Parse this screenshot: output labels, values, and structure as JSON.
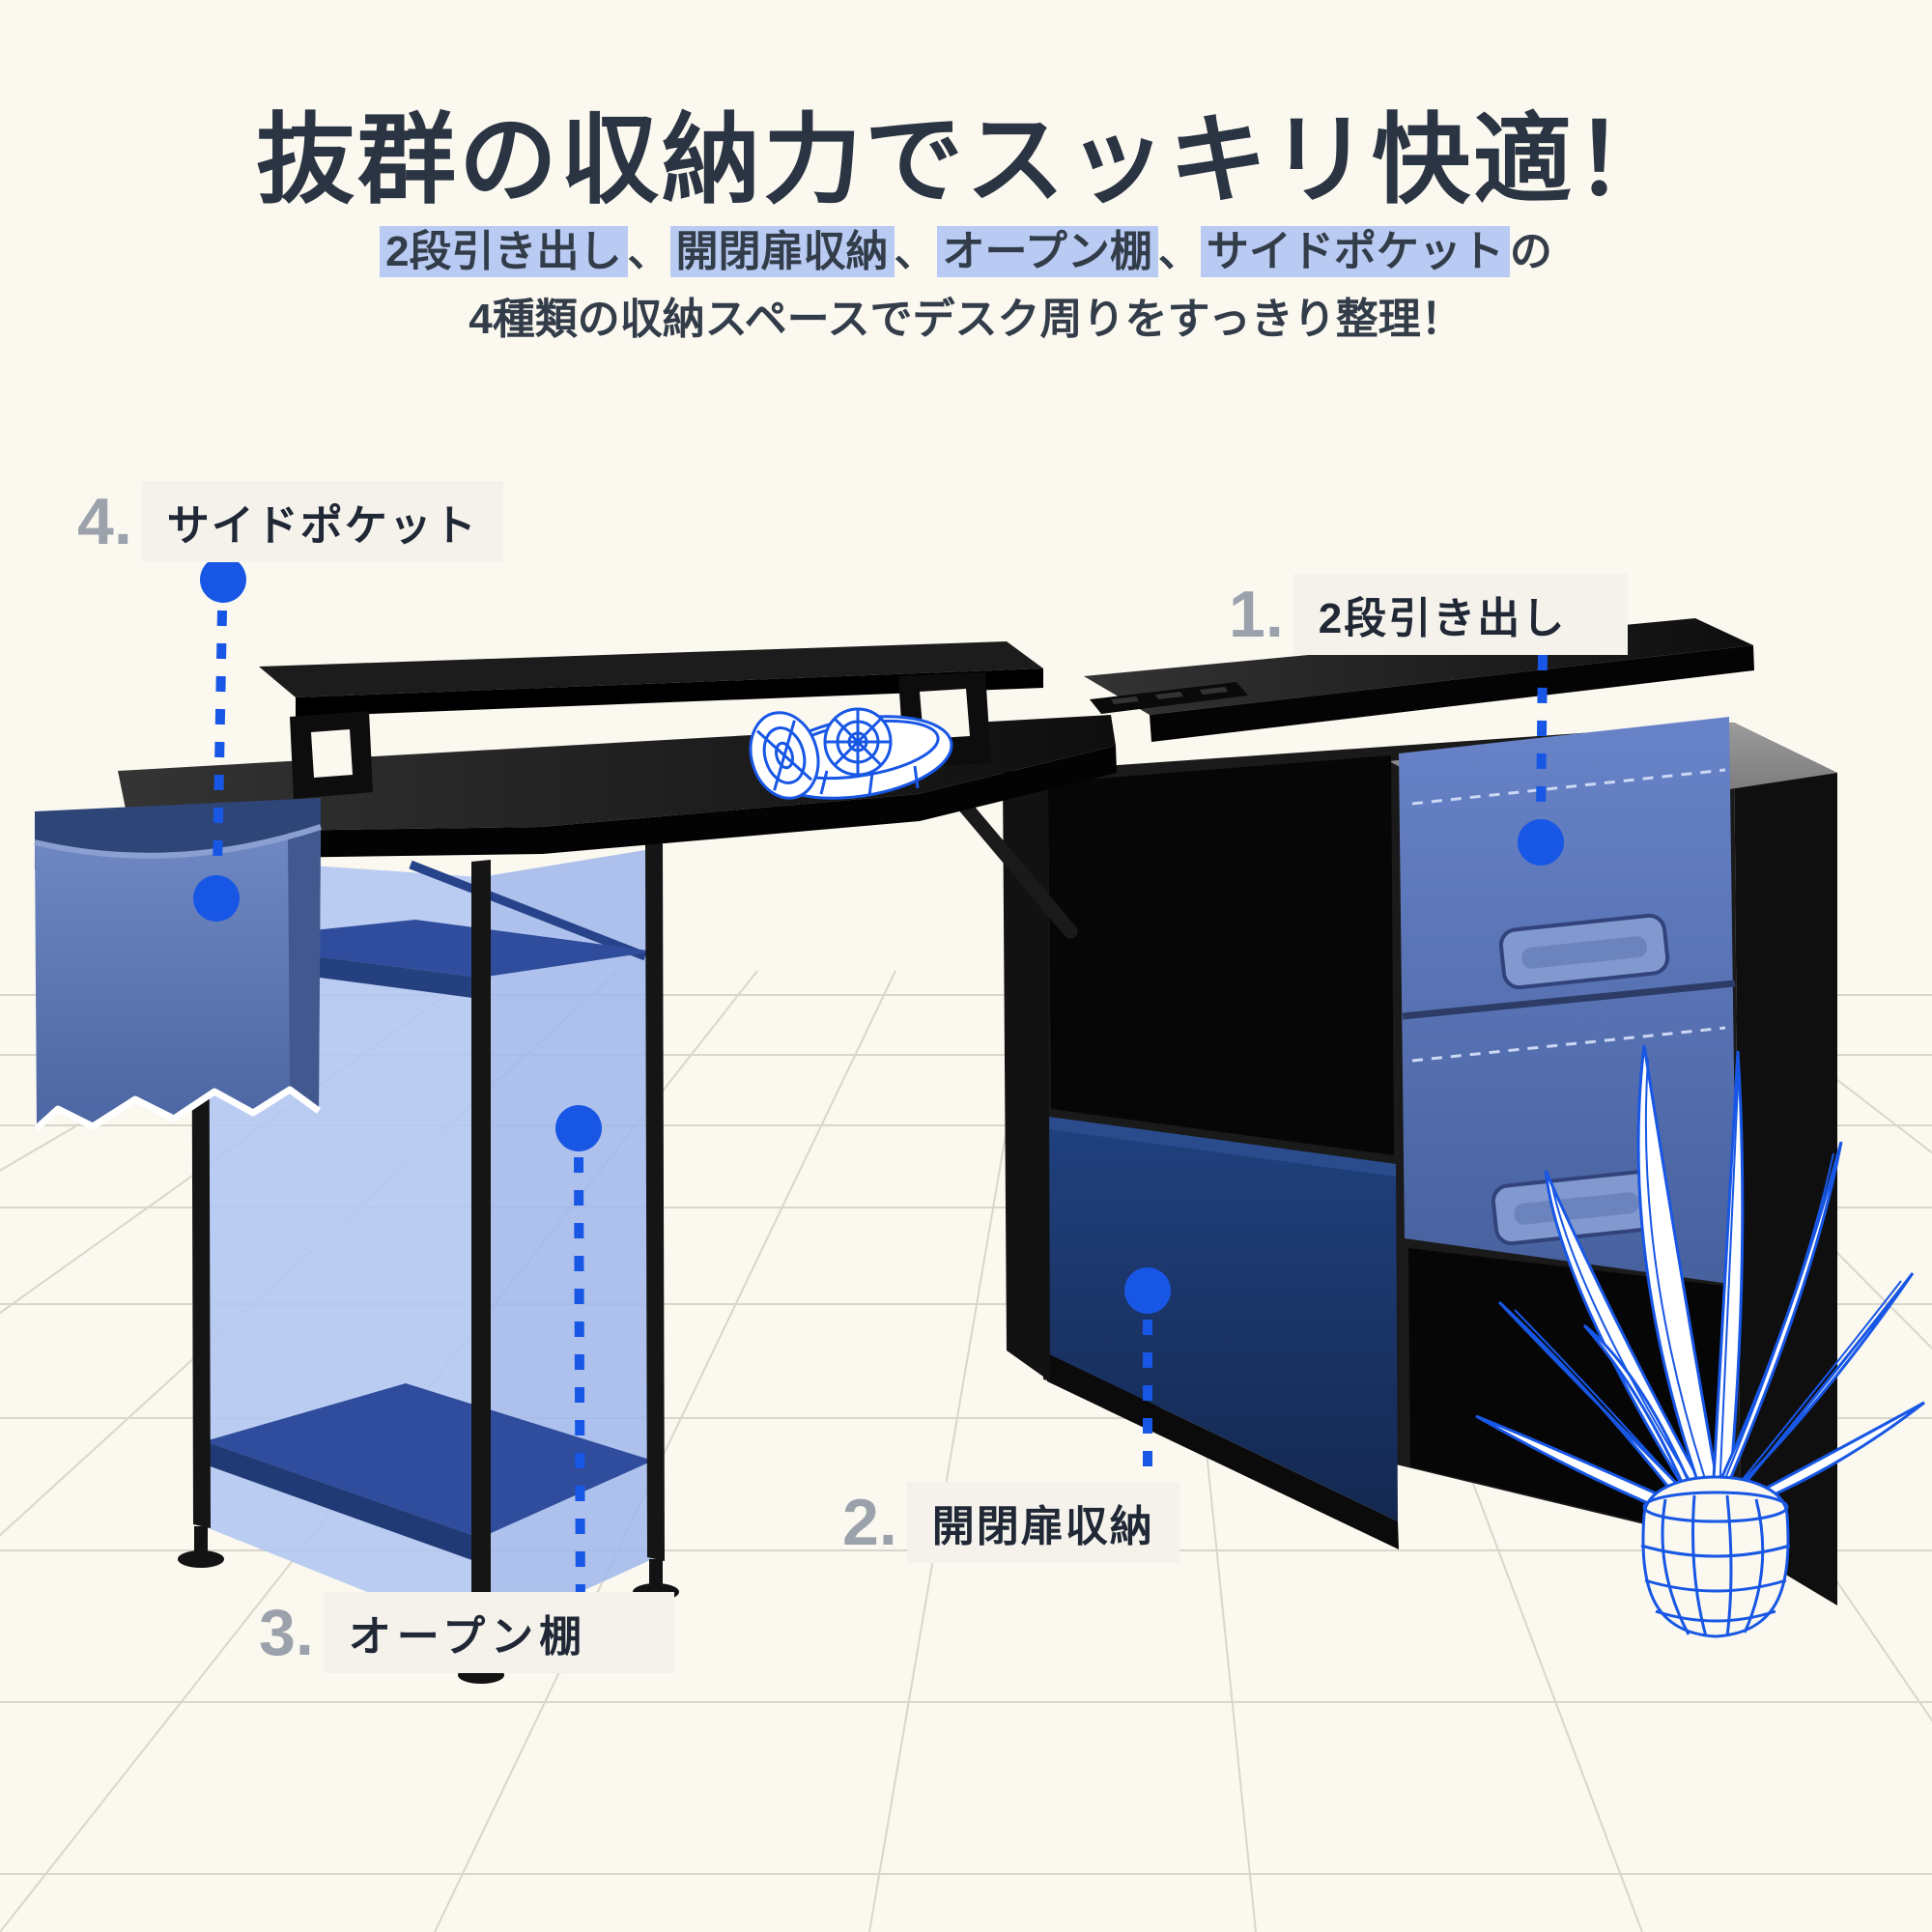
{
  "header": {
    "title": "抜群の収納力でスッキリ快適！",
    "subtitle_line1": [
      {
        "t": "2段引き出し",
        "hl": true
      },
      {
        "t": "、",
        "hl": false
      },
      {
        "t": "開閉扉収納",
        "hl": true
      },
      {
        "t": "、",
        "hl": false
      },
      {
        "t": "オープン棚",
        "hl": true
      },
      {
        "t": "、",
        "hl": false
      },
      {
        "t": "サイドポケット",
        "hl": true
      },
      {
        "t": "の",
        "hl": false
      }
    ],
    "subtitle_line2": "4種類の収納スペースでデスク周りをすっきり整理！"
  },
  "callouts": [
    {
      "num": "1.",
      "label": "2段引き出し",
      "target": "fabric-drawers"
    },
    {
      "num": "2.",
      "label": "開閉扉収納",
      "target": "cabinet-door"
    },
    {
      "num": "3.",
      "label": "オープン棚",
      "target": "open-shelf"
    },
    {
      "num": "4.",
      "label": "サイドポケット",
      "target": "side-pocket"
    }
  ],
  "scene_icons": [
    "headphones-wireframe-icon",
    "plant-wireframe-icon",
    "callout-dot",
    "dashed-leader-line"
  ],
  "colors": {
    "bg": "#FAF8EF",
    "accent": "#1857E5",
    "highlight": "#B9CBF3",
    "title": "#2B3442",
    "subtitle": "#333D4A",
    "number": "#9BA2AC",
    "label_text": "#202836",
    "label_bg": "#F4F2EB",
    "denim": "#5C78BE",
    "denim_dark": "#3E5590",
    "panel_blue": "#B3C7F2",
    "shelf_navy": "#2F4D9C",
    "door_navy": "#1D3C78",
    "furniture_black": "#141414",
    "top_gray": "#8F8F8F",
    "grid": "#D9D6CC"
  }
}
